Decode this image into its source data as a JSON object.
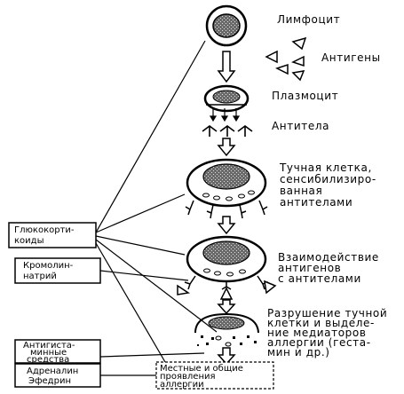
{
  "labels": {
    "lymphocyte": "Лимфоцит",
    "antigens": "Антигены",
    "plasmocyte": "Плазмоцит",
    "antibodies": "Антитела",
    "mast_cell": [
      "Тучная клетка,",
      "сенсибилизиро-",
      "ванная",
      "антителами"
    ],
    "interaction": [
      "Взаимодействие",
      "антигенов",
      "с антителами"
    ],
    "destruction": [
      "Разрушение тучной",
      "клетки и выделе-",
      "ние медиаторов",
      "аллергии (геста-",
      "мин и др.)"
    ]
  },
  "boxes": {
    "glucocorticoids": [
      "Глюкокорти-",
      "коиды"
    ],
    "cromolyn": [
      "Кромолин-",
      "натрий"
    ],
    "antihistamines": [
      "Антигиста-",
      "минные",
      "средства"
    ],
    "adrenaline": [
      "Адреналин",
      "Эфедрин"
    ],
    "manifestations": [
      "Местные и общие",
      "проявления",
      "аллергии"
    ]
  }
}
